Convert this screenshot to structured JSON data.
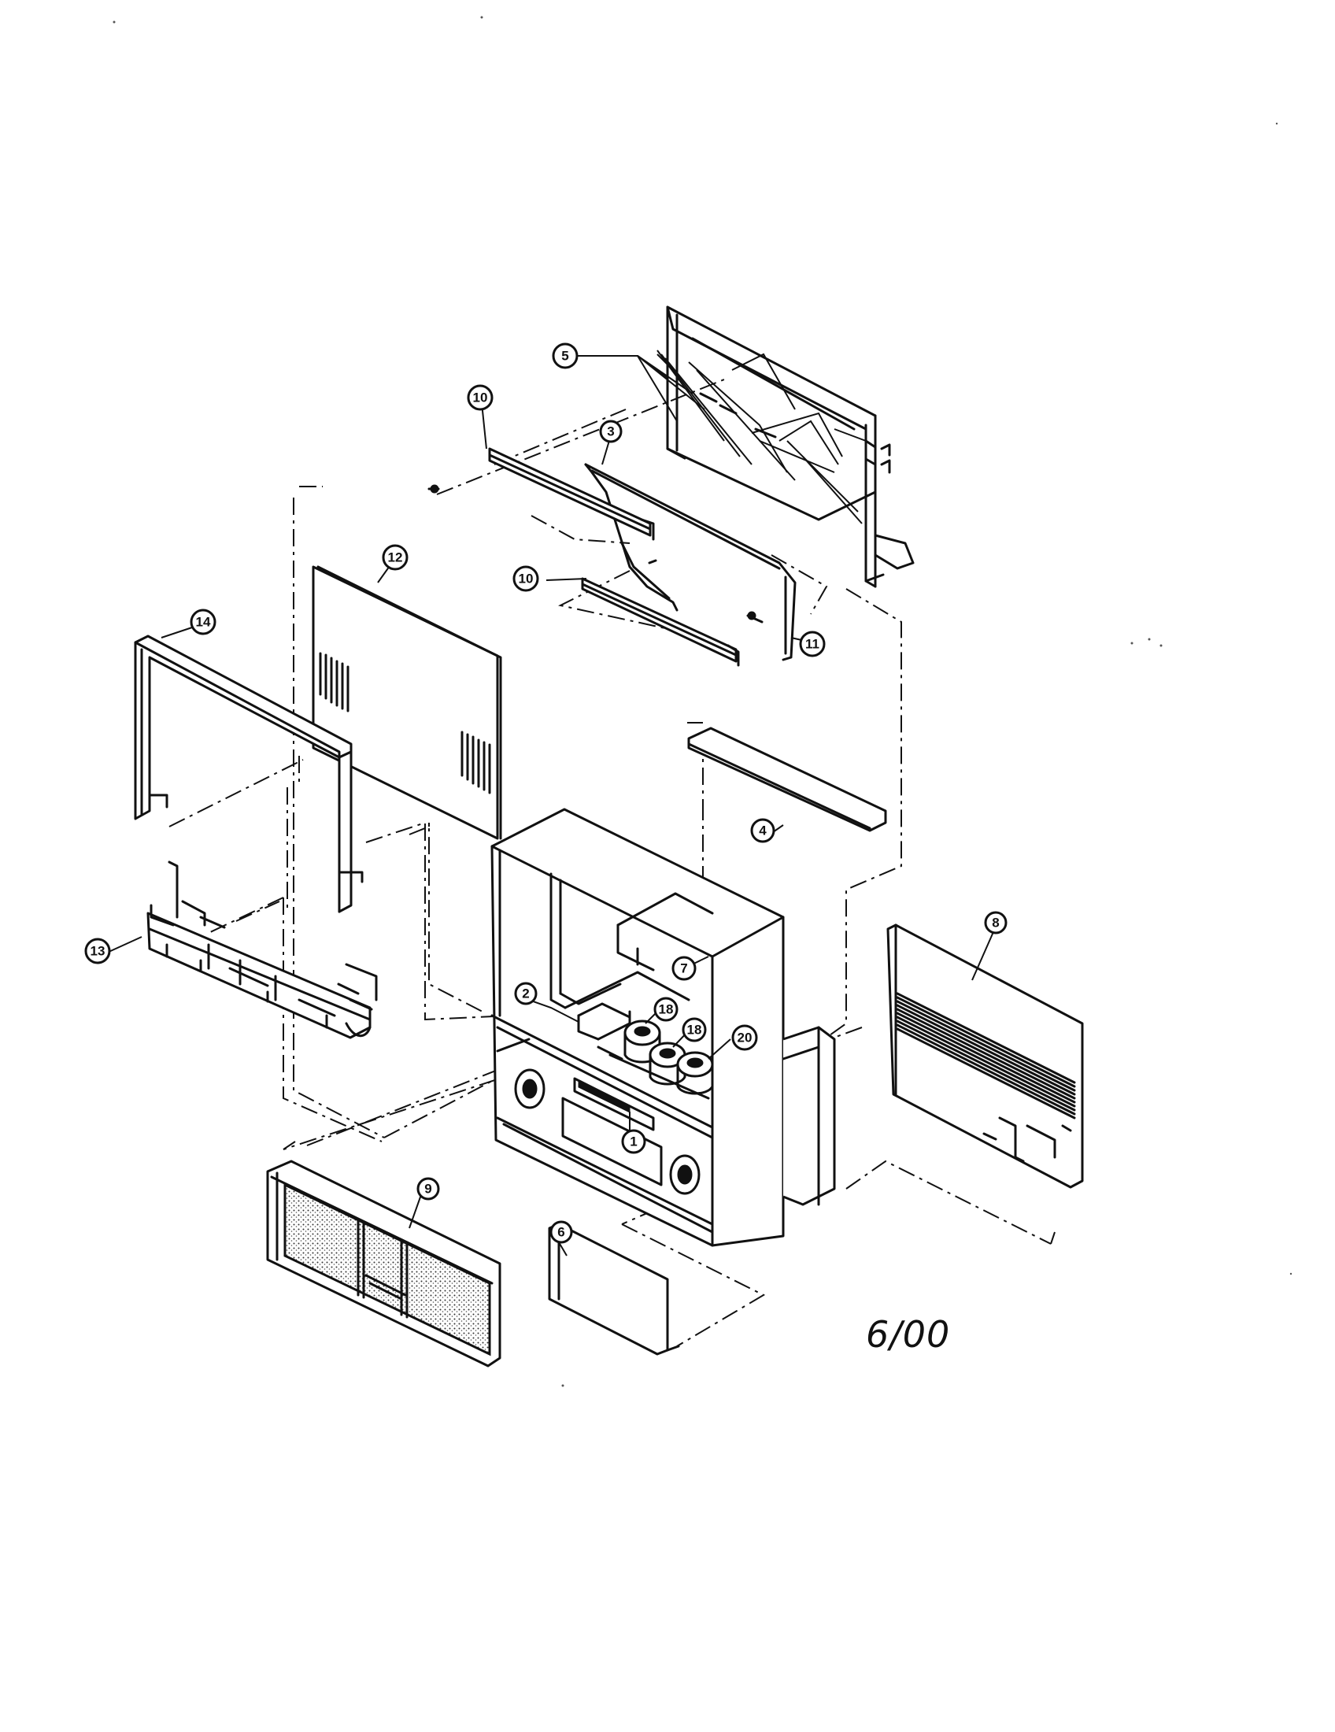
{
  "diagram": {
    "date_code": "6/00",
    "callouts": [
      {
        "id": "c1",
        "label": "1"
      },
      {
        "id": "c2",
        "label": "2"
      },
      {
        "id": "c3",
        "label": "3"
      },
      {
        "id": "c4",
        "label": "4"
      },
      {
        "id": "c5",
        "label": "5"
      },
      {
        "id": "c6",
        "label": "6"
      },
      {
        "id": "c7",
        "label": "7"
      },
      {
        "id": "c8",
        "label": "8"
      },
      {
        "id": "c9",
        "label": "9"
      },
      {
        "id": "c10a",
        "label": "10"
      },
      {
        "id": "c10b",
        "label": "10"
      },
      {
        "id": "c11",
        "label": "11"
      },
      {
        "id": "c12",
        "label": "12"
      },
      {
        "id": "c13",
        "label": "13"
      },
      {
        "id": "c14",
        "label": "14"
      },
      {
        "id": "c18a",
        "label": "18"
      },
      {
        "id": "c18b",
        "label": "18"
      },
      {
        "id": "c20",
        "label": "20"
      }
    ]
  }
}
